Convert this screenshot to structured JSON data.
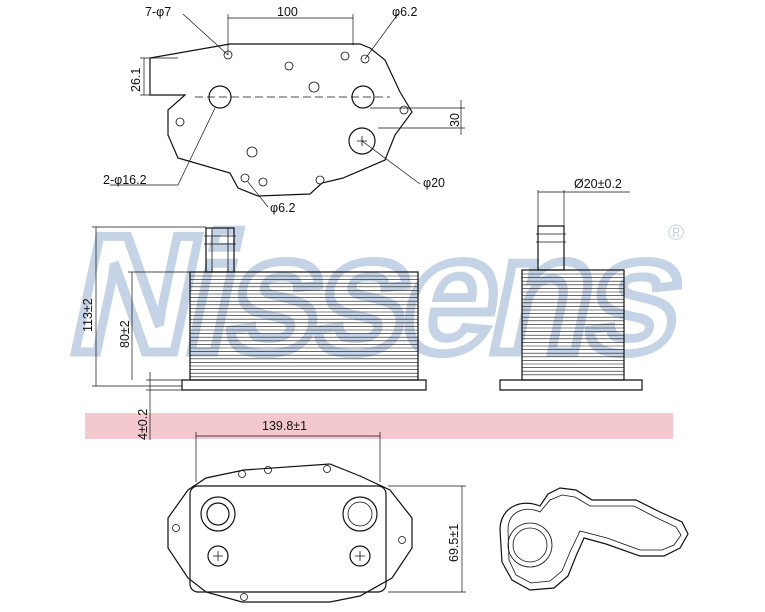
{
  "brand": {
    "watermark_text": "Nissens",
    "registered_mark": "®",
    "watermark_color": "#c5d3e6",
    "band_color": "#f3c9cf"
  },
  "dimensions": {
    "holes_small": "7-φ7",
    "hole_spacing": "100",
    "phi_6_2_top": "φ6.2",
    "height_26_1": "26.1",
    "offset_30": "30",
    "holes_large": "2-φ16.2",
    "phi_20": "φ20",
    "phi_6_2_bottom": "φ6.2",
    "pipe_diameter": "Ø20±0.2",
    "height_113": "113±2",
    "height_80": "80±2",
    "base_4": "4±0.2",
    "width_139_8": "139.8±1",
    "depth_69_5": "69.5±1"
  }
}
